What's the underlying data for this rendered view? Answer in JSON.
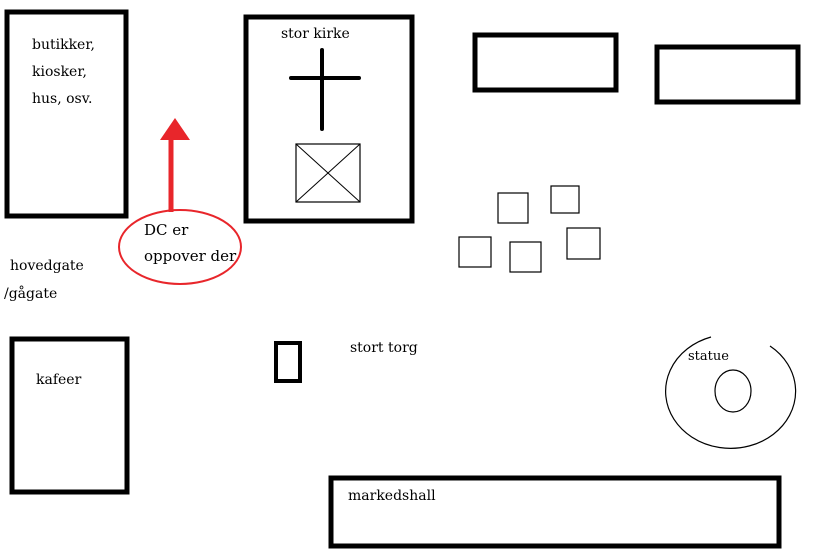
{
  "map": {
    "labels": {
      "shops_1": "butikker,",
      "shops_2": "kiosker,",
      "shops_3": "hus, osv.",
      "church": "stor kirke",
      "main_street_1": "hovedgate",
      "main_street_2": "/gågate",
      "cafes": "kafeer",
      "square": "stort torg",
      "statue": "statue",
      "market_hall": "markedshall",
      "dc_note_1": "DC er",
      "dc_note_2": "oppover der"
    },
    "colors": {
      "ink": "#000000",
      "annotation": "#e8262b"
    }
  }
}
